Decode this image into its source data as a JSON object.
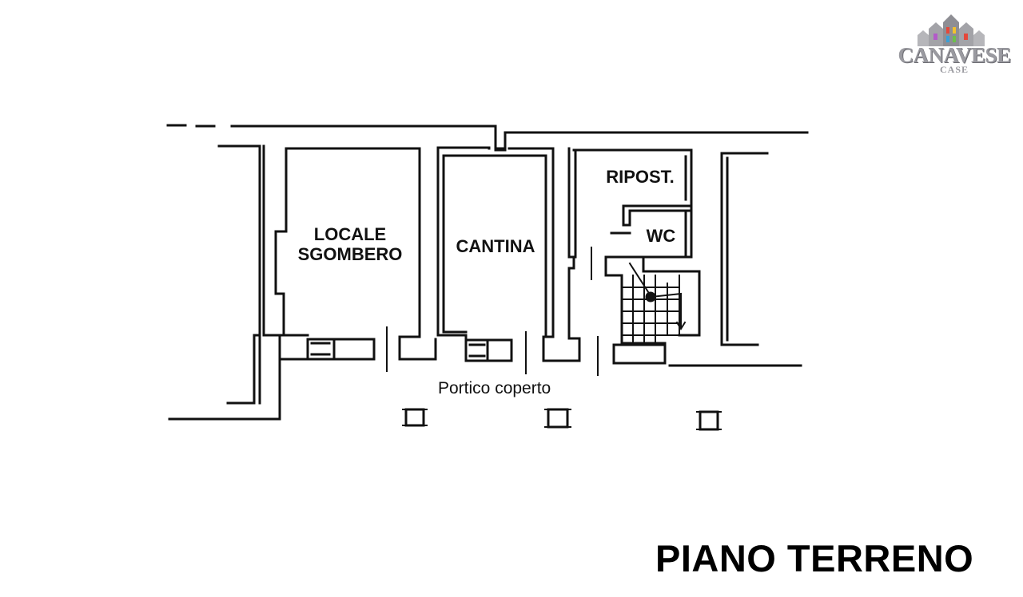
{
  "logo": {
    "name": "CANAVESE",
    "sub": "CASE",
    "colors": {
      "roof": "#8e8e94",
      "windows": [
        "#e5473a",
        "#f2c12e",
        "#3aa0d8",
        "#6cc04a",
        "#b35bc8"
      ]
    }
  },
  "rooms": {
    "locale_sgombero": {
      "line1": "LOCALE",
      "line2": "SGOMBERO"
    },
    "cantina": "CANTINA",
    "ripostiglio": "RIPOST.",
    "wc": "WC"
  },
  "outdoor_label": "Portico coperto",
  "floor_title": "PIANO TERRENO",
  "colors": {
    "walls": "#111111",
    "background": "#ffffff"
  }
}
